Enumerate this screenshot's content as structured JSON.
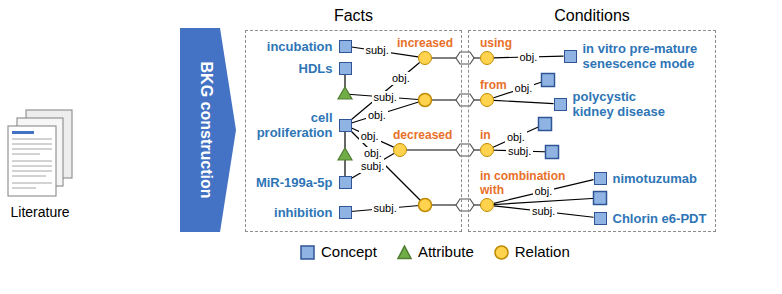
{
  "diagram": {
    "nodes": [
      {
        "text": [
          "Facts"
        ]
      },
      {
        "text": [
          "incubation"
        ],
        "in": 0
      },
      {
        "text": [
          "HDLs"
        ],
        "in": 0
      },
      {
        "text": [
          "cell proliferation"
        ],
        "in": 0
      },
      {
        "text": [
          "MiR-199a-5p"
        ],
        "in": 0
      },
      {
        "text": [
          "inhibition"
        ],
        "in": 0
      },
      {
        "text": [
          "increased"
        ],
        "in": 0
      },
      {
        "text": [
          "decreased"
        ],
        "in": 0
      },
      {
        "text": [
          "Conditions"
        ]
      },
      {
        "text": [
          "using"
        ],
        "in": 8
      },
      {
        "text": [
          "from"
        ],
        "in": 8
      },
      {
        "text": [
          "in"
        ],
        "in": 8
      },
      {
        "text": [
          "in combination with"
        ],
        "in": 8
      },
      {
        "text": [
          "in vitro pre-mature senescence mode"
        ],
        "in": 8
      },
      {
        "text": [
          "polycystic kidney disease"
        ],
        "in": 8
      },
      {
        "text": [
          "nimotuzumab"
        ],
        "in": 8
      },
      {
        "text": [
          "Chlorin e6-PDT"
        ],
        "in": 8
      }
    ],
    "edges": [
      {
        "from": 1,
        "to": 6,
        "arrow": "none",
        "label": "subj."
      },
      {
        "from": 3,
        "to": 6,
        "arrow": "none",
        "label": "obj."
      },
      {
        "from": 3,
        "to": 7,
        "arrow": "none",
        "label": "obj."
      },
      {
        "from": 4,
        "to": 7,
        "arrow": "none",
        "label": "subj."
      },
      {
        "from": 6,
        "to": 9,
        "arrow": "none"
      },
      {
        "from": 7,
        "to": 11,
        "arrow": "none"
      },
      {
        "from": 9,
        "to": 13,
        "arrow": "none",
        "label": "obj."
      },
      {
        "from": 10,
        "to": 14,
        "arrow": "none"
      },
      {
        "from": 12,
        "to": 15,
        "arrow": "none",
        "label": "obj."
      },
      {
        "from": 12,
        "to": 16,
        "arrow": "none",
        "label": "subj."
      }
    ],
    "labels": [
      "Literature",
      "BKG construction",
      "subj.",
      "obj.",
      "obj.",
      "subj.",
      "obj.",
      "obj.",
      "subj."
    ],
    "legend": [
      {
        "text": "Concept",
        "color": "#8fb4e3"
      },
      {
        "text": "Attribute",
        "color": "#70ad47"
      },
      {
        "text": "Relation",
        "color": "#ffd34d"
      }
    ]
  }
}
